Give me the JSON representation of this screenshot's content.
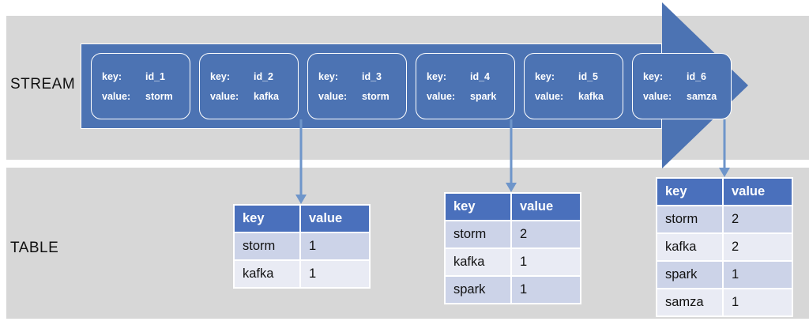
{
  "colors": {
    "band_gray": "#d7d7d7",
    "stream_blue": "#4c73b3",
    "table_header_blue": "#4a70bc",
    "row_odd": "#ccd3e8",
    "row_even": "#e9ebf4",
    "connector_blue": "#6e95ca",
    "record_border": "#ffffff",
    "text_dark": "#111111"
  },
  "stream": {
    "label": "STREAM",
    "records": [
      {
        "key_label": "key:",
        "key": "id_1",
        "value_label": "value:",
        "value": "storm"
      },
      {
        "key_label": "key:",
        "key": "id_2",
        "value_label": "value:",
        "value": "kafka"
      },
      {
        "key_label": "key:",
        "key": "id_3",
        "value_label": "value:",
        "value": "storm"
      },
      {
        "key_label": "key:",
        "key": "id_4",
        "value_label": "value:",
        "value": "spark"
      },
      {
        "key_label": "key:",
        "key": "id_5",
        "value_label": "value:",
        "value": "kafka"
      },
      {
        "key_label": "key:",
        "key": "id_6",
        "value_label": "value:",
        "value": "samza"
      }
    ]
  },
  "table_section": {
    "label": "TABLE",
    "tables": [
      {
        "headers": [
          "key",
          "value"
        ],
        "rows": [
          [
            "storm",
            "1"
          ],
          [
            "kafka",
            "1"
          ]
        ]
      },
      {
        "headers": [
          "key",
          "value"
        ],
        "rows": [
          [
            "storm",
            "2"
          ],
          [
            "kafka",
            "1"
          ],
          [
            "spark",
            "1"
          ]
        ]
      },
      {
        "headers": [
          "key",
          "value"
        ],
        "rows": [
          [
            "storm",
            "2"
          ],
          [
            "kafka",
            "2"
          ],
          [
            "spark",
            "1"
          ],
          [
            "samza",
            "1"
          ]
        ]
      }
    ]
  }
}
